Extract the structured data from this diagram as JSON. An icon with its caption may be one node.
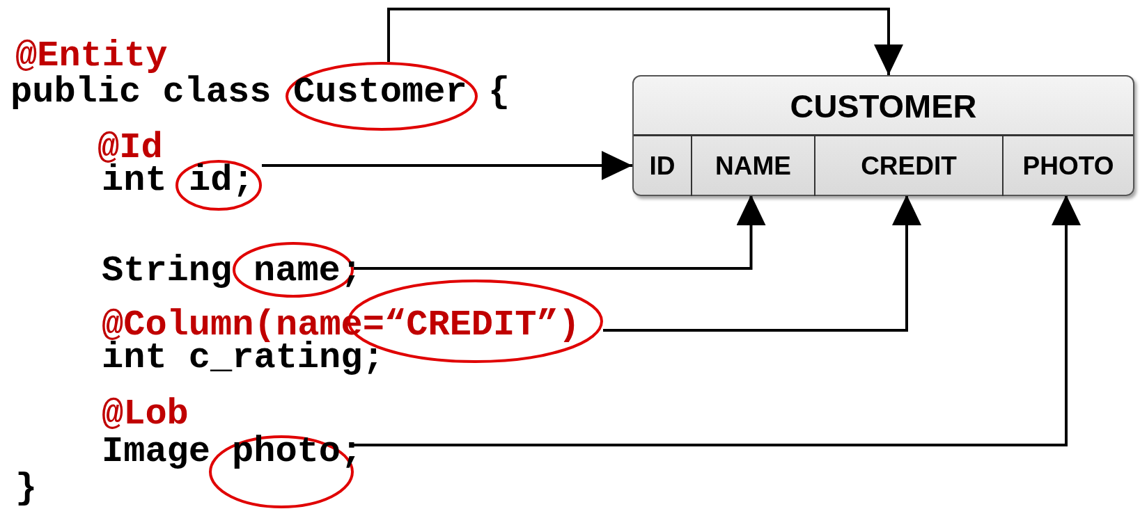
{
  "diagram": {
    "nodes": [
      {
        "text": [
          "Customer"
        ]
      },
      {
        "text": [
          "CUSTOMER"
        ]
      },
      {
        "text": [
          "ID"
        ],
        "in": 1
      },
      {
        "text": [
          "NAME"
        ],
        "in": 1
      },
      {
        "text": [
          "CREDIT"
        ],
        "in": 1
      },
      {
        "text": [
          "PHOTO"
        ],
        "in": 1
      },
      {
        "text": [
          "id;"
        ]
      },
      {
        "text": [
          "name"
        ]
      },
      {
        "text": [
          "name=“CREDIT”)"
        ]
      },
      {
        "text": [
          "photo"
        ]
      }
    ],
    "edges": [
      {
        "from": 0,
        "to": 1,
        "arrow": "to"
      },
      {
        "from": 6,
        "to": 2,
        "arrow": "to"
      },
      {
        "from": 7,
        "to": 3,
        "arrow": "to"
      },
      {
        "from": 8,
        "to": 4,
        "arrow": "to"
      },
      {
        "from": 9,
        "to": 5,
        "arrow": "to"
      }
    ],
    "labels": [
      "@Entity",
      "public class",
      "{",
      "@Id",
      "int",
      "String",
      ";",
      "@Column(",
      "int c_rating;",
      "@Lob",
      "Image",
      ";",
      "}"
    ]
  }
}
